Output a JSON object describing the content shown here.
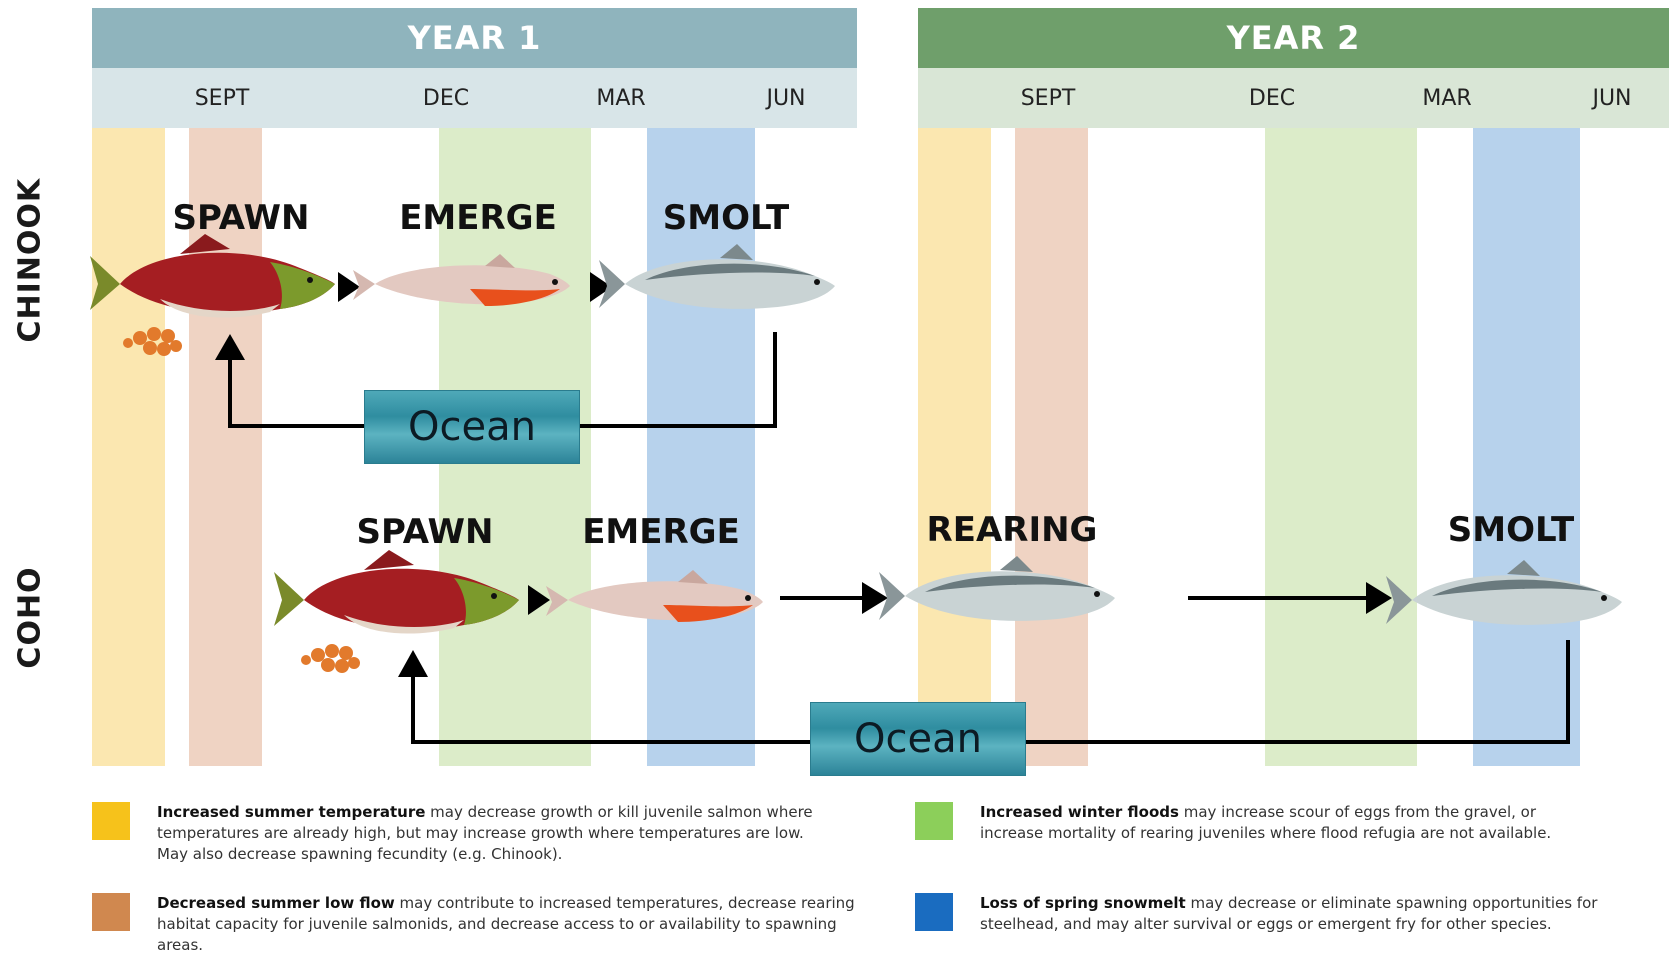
{
  "header": {
    "year1": "YEAR 1",
    "year2": "YEAR 2",
    "year1_color": "#8fb4bd",
    "year2_color": "#6f9f6b",
    "months_year1": [
      "SEPT",
      "DEC",
      "MAR",
      "JUN"
    ],
    "months_year2": [
      "SEPT",
      "DEC",
      "MAR",
      "JUN"
    ]
  },
  "species": {
    "chinook": "CHINOOK",
    "coho": "COHO"
  },
  "chinook": {
    "spawn": "SPAWN",
    "emerge": "EMERGE",
    "smolt": "SMOLT",
    "ocean": "Ocean"
  },
  "coho": {
    "spawn": "SPAWN",
    "emerge": "EMERGE",
    "rearing": "REARING",
    "smolt": "SMOLT",
    "ocean": "Ocean"
  },
  "band_colors": {
    "temperature": "#fbe7b0",
    "low_flow": "#efd3c3",
    "floods": "#dcecc9",
    "snowmelt": "#b7d2ec"
  },
  "legend": [
    {
      "swatch_color": "#f6c21b",
      "bold": "Increased summer temperature",
      "text": " may decrease growth or kill juvenile salmon where temperatures are already high, but may increase growth where temperatures are low. May also decrease spawning fecundity (e.g. Chinook)."
    },
    {
      "swatch_color": "#8ccf5a",
      "bold": "Increased winter floods",
      "text": " may increase scour of eggs from the gravel, or increase mortality of rearing juveniles where flood refugia are not available."
    },
    {
      "swatch_color": "#d0884f",
      "bold": "Decreased summer low flow",
      "text": " may contribute to increased temperatures, decrease rearing habitat capacity for juvenile salmonids, and decrease access to or availability to spawning areas."
    },
    {
      "swatch_color": "#1a6cc0",
      "bold": "Loss of spring snowmelt",
      "text": " may decrease or eliminate spawning opportunities for steelhead, and may alter survival or eggs or emergent fry for other species."
    }
  ]
}
